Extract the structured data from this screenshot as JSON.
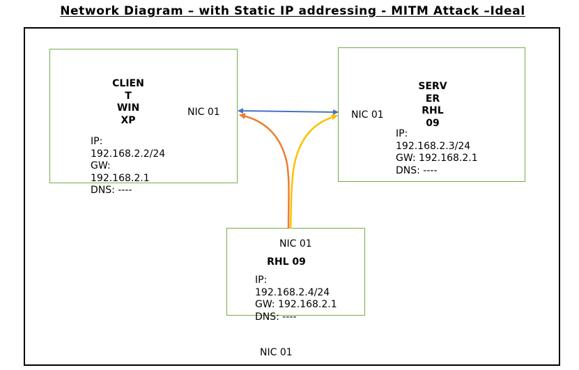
{
  "title": "Network Diagram – with Static IP addressing - MITM Attack –Ideal",
  "client": {
    "name_lines": [
      "CLIEN",
      "T",
      "WIN",
      "XP"
    ],
    "nic": "NIC 01",
    "ip_label": "IP:",
    "ip": "192.168.2.2/24",
    "gw_label": "GW:",
    "gw": "192.168.2.1",
    "dns": "DNS: ----"
  },
  "server": {
    "name_lines": [
      "SERV",
      "ER",
      "RHL",
      "09"
    ],
    "nic": "NIC 01",
    "ip_label": "IP:",
    "ip": "192.168.2.3/24",
    "gw": "GW: 192.168.2.1",
    "dns": "DNS: ----"
  },
  "attacker": {
    "nic": "NIC 01",
    "name": "RHL 09",
    "ip_label": "IP:",
    "ip": "192.168.2.4/24",
    "gw": "GW: 192.168.2.1",
    "dns": "DNS: ----"
  },
  "bottom_nic": "NIC 01",
  "colors": {
    "box_border": "#70ad47",
    "direct_link": "#4472c4",
    "mitm_to_client": "#ed7d31",
    "mitm_to_server": "#ffc000"
  }
}
